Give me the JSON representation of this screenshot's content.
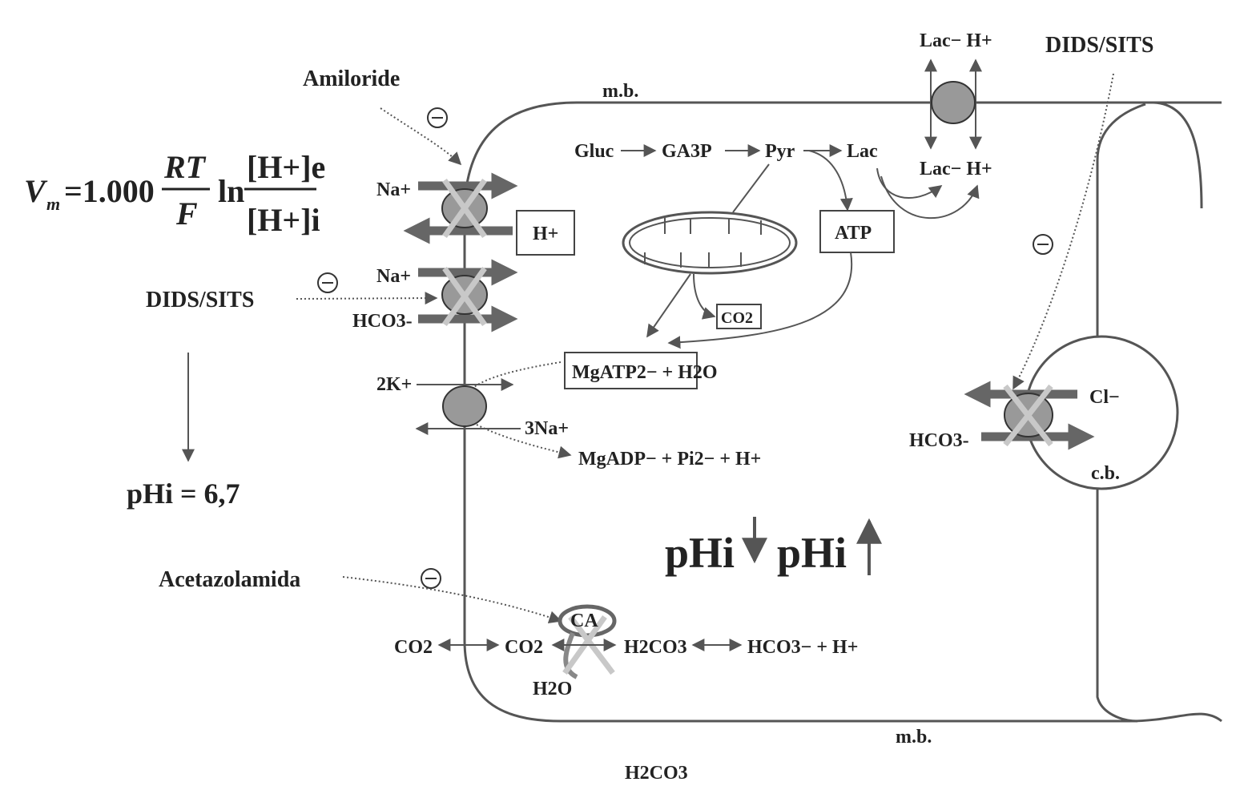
{
  "labels": {
    "amiloride": "Amiloride",
    "dids_left": "DIDS/SITS",
    "dids_right": "DIDS/SITS",
    "acetazolamida": "Acetazolamida",
    "mb_top": "m.b.",
    "mb_bottom": "m.b.",
    "cb": "c.b.",
    "h2co3_outside": "H2CO3"
  },
  "equation": {
    "lhs_var": "V",
    "lhs_sub": "m",
    "coef": "=1.000",
    "frac_num": "RT",
    "frac_den": "F",
    "ln": "ln",
    "conc_num": "[H+]e",
    "conc_den": "[H+]i",
    "result": "pHi = 6,7"
  },
  "transporters": {
    "nhe_na": "Na+",
    "nhe_h": "H+",
    "nbc_na": "Na+",
    "nbc_hco3": "HCO3-",
    "pump_k": "2K+",
    "pump_na": "3Na+",
    "mct_top": "Lac− H+",
    "mct_bottom": "Lac− H+",
    "ae_cl": "Cl−",
    "ae_hco3": "HCO3-"
  },
  "metabolism": {
    "gluc": "Gluc",
    "ga3p": "GA3P",
    "pyr": "Pyr",
    "lac": "Lac",
    "atp": "ATP",
    "co2": "CO2",
    "mgatp": "MgATP2− + H2O",
    "mgadp": "MgADP− + Pi2− + H+"
  },
  "carbonic": {
    "ca": "CA",
    "co2_a": "CO2",
    "co2_b": "CO2",
    "h2co3": "H2CO3",
    "hco3": "HCO3− + H+",
    "h2o": "H2O"
  },
  "center": {
    "ph_down": "pHi",
    "ph_up": "pHi"
  },
  "inhibitor_symbol": "⊖"
}
